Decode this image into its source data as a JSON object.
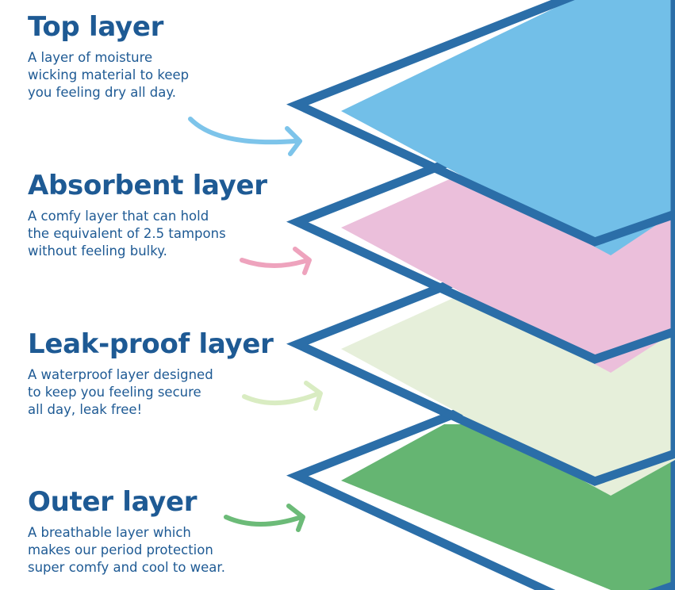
{
  "colors": {
    "outline": "#2b6ea8",
    "title_text": "#1e5a94",
    "body_text": "#1e5a94"
  },
  "layers": [
    {
      "title": "Top layer",
      "description": "A layer of moisture\nwicking material to keep\nyou feeling dry all day.",
      "fill": "#72bfe8",
      "arrow_color": "#7dc4ea"
    },
    {
      "title": "Absorbent layer",
      "description": "A comfy layer that can hold\nthe equivalent of 2.5 tampons\nwithout feeling bulky.",
      "fill": "#ebbfdb",
      "arrow_color": "#eea3bd"
    },
    {
      "title": "Leak-proof layer",
      "description": "A waterproof layer designed\nto keep you feeling secure\nall day, leak free!",
      "fill": "#e6efda",
      "arrow_color": "#d9ecc2"
    },
    {
      "title": "Outer layer",
      "description": "A breathable layer which\nmakes our period protection\nsuper comfy and cool to wear.",
      "fill": "#65b572",
      "arrow_color": "#6cbb78"
    }
  ]
}
